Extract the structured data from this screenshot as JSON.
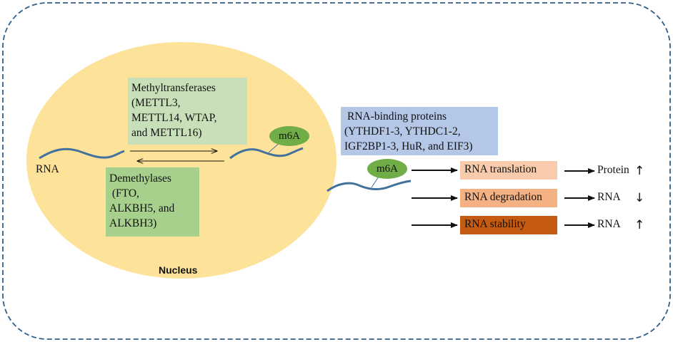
{
  "nucleus": {
    "label": "Nucleus",
    "rna_label": "RNA",
    "methyltransferases": {
      "lines": [
        "Methyltransferases",
        "(METTL3,",
        "METTL14, WTAP,",
        "and METTL16)"
      ]
    },
    "demethylases": {
      "lines": [
        "Demethylases",
        " (FTO,",
        "ALKBH5, and",
        "ALKBH3)"
      ]
    },
    "m6a_label": "m6A"
  },
  "cytoplasm": {
    "m6a_label": "m6A",
    "rna_binding_proteins": {
      "lines": [
        "RNA-binding proteins",
        "(YTHDF1-3, YTHDC1-2,",
        "IGF2BP1-3, HuR, and EIF3)"
      ]
    },
    "outcomes": [
      {
        "label": "RNA translation",
        "result": "Protein",
        "direction": "↑"
      },
      {
        "label": "RNA degradation",
        "result": "RNA",
        "direction": "↓"
      },
      {
        "label": "RNA stability",
        "result": "RNA",
        "direction": "↑"
      }
    ]
  },
  "colors": {
    "nucleus_fill": "#fde29a",
    "border": "#2e5f8a",
    "rna_strand": "#41719c",
    "m6a": "#70ad47",
    "methyltransferase_box": "#c8e0b9",
    "demethylase_box": "#a8d08d",
    "rbp_box": "#b4c7e7",
    "translation_box": "#f8cbad",
    "degradation_box": "#f4b183",
    "stability_box": "#c55a11"
  }
}
